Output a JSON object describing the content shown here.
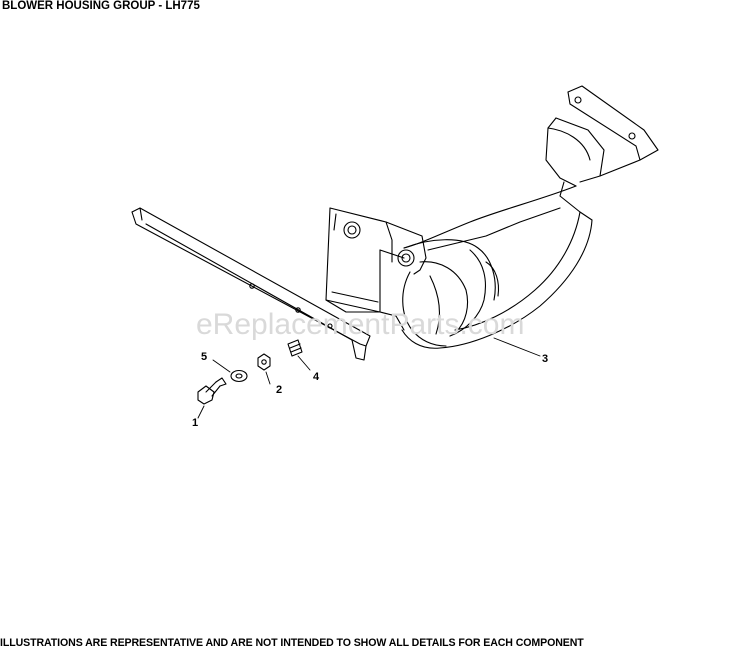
{
  "header": {
    "title": "BLOWER HOUSING GROUP - LH775"
  },
  "watermark": "eReplacementParts.com",
  "callouts": [
    {
      "label": "1",
      "part": "screw"
    },
    {
      "label": "2",
      "part": "nut"
    },
    {
      "label": "3",
      "part": "blower-housing"
    },
    {
      "label": "4",
      "part": "clip"
    },
    {
      "label": "5",
      "part": "washer"
    }
  ],
  "footer": {
    "disclaimer": "ILLUSTRATIONS ARE REPRESENTATIVE AND ARE NOT INTENDED TO SHOW ALL DETAILS FOR EACH COMPONENT"
  },
  "colors": {
    "line": "#000000",
    "watermark": "#d9d9d9",
    "background": "#ffffff"
  }
}
